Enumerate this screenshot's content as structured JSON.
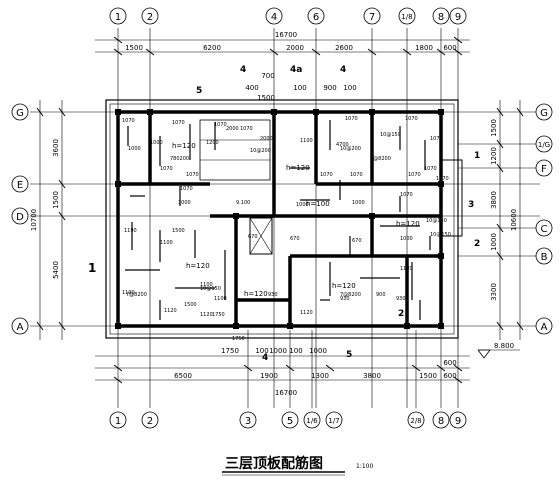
{
  "drawing": {
    "title": "三层顶板配筋图",
    "scale": "1:100",
    "elevation": "8.800"
  },
  "axes": {
    "top": [
      "1",
      "2",
      "4",
      "6",
      "7",
      "1/8",
      "8",
      "9"
    ],
    "bottom": [
      "1",
      "2",
      "3",
      "5",
      "1/6",
      "1/7",
      "2/8",
      "8",
      "9"
    ],
    "left": [
      "G",
      "E",
      "D",
      "A"
    ],
    "right": [
      "G",
      "1/G",
      "F",
      "C",
      "B",
      "A"
    ]
  },
  "dims": {
    "top_row1": [
      "1500",
      "6200",
      "2000",
      "2600",
      "1800",
      "600"
    ],
    "top_total": "16700",
    "top_row3": [
      "700",
      "400",
      "1500",
      "100",
      "900",
      "100"
    ],
    "bottom_row1": [
      "1750",
      "100",
      "1000",
      "100",
      "1000",
      "600"
    ],
    "bottom_row2": [
      "6500",
      "1900",
      "1300",
      "3800",
      "1500",
      "600"
    ],
    "bottom_total": "16700",
    "left": [
      "3600",
      "1500",
      "5400"
    ],
    "left_total": "10700",
    "right": [
      "1500",
      "1200",
      "3800",
      "1000",
      "3300"
    ],
    "right_total": "10600"
  },
  "labels": {
    "section_marks": [
      "4",
      "4a",
      "4",
      "5",
      "1",
      "2",
      "3",
      "4",
      "5",
      "1",
      "2"
    ],
    "thickness": [
      "h=120",
      "h=120",
      "h=100",
      "h=120",
      "h=120",
      "h=120",
      "h=120"
    ],
    "rebar": [
      "1070",
      "1000",
      "1070",
      "1070",
      "1070",
      "1070",
      "1070",
      "1070",
      "1070",
      "1070",
      "1070",
      "1070",
      "1070",
      "1070",
      "1070",
      "1070",
      "1070",
      "1000",
      "1000",
      "1000",
      "1000",
      "1000",
      "1100",
      "1100",
      "1100",
      "1190",
      "1190",
      "1500",
      "1500",
      "900",
      "930",
      "930",
      "930",
      "670",
      "670",
      "670",
      "1120",
      "1120",
      "1120",
      "1120",
      "780200",
      "7@8200",
      "7@8200",
      "7@8200",
      "10@200",
      "10@200",
      "10@150",
      "10@150",
      "10@150",
      "10@150",
      "2000",
      "1200",
      "2000",
      "4700",
      "9.100",
      "1750",
      "1750",
      "1100"
    ]
  }
}
